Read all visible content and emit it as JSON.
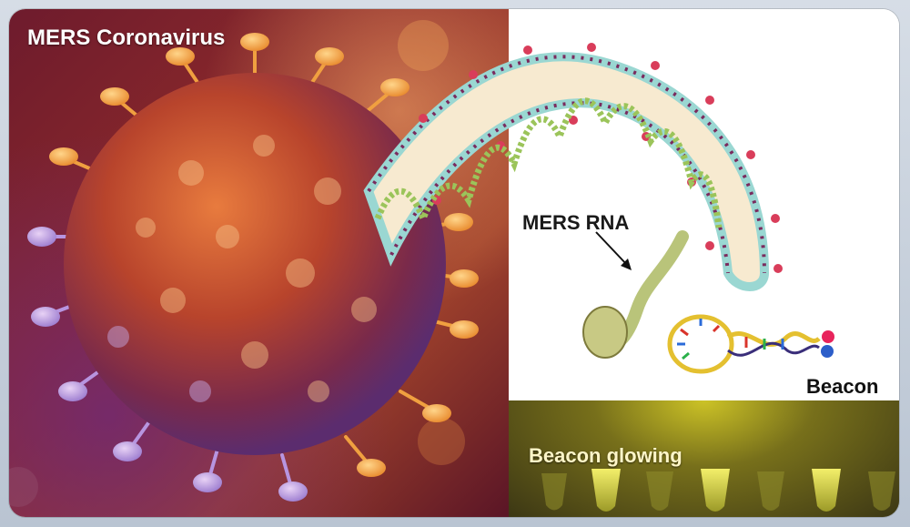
{
  "labels": {
    "virus": "MERS Coronavirus",
    "rna": "MERS RNA",
    "beacon": "Beacon",
    "glow": "Beacon glowing"
  },
  "colors": {
    "virus_body": "#c0502d",
    "spike": "#f3a741",
    "membrane": "#9ad7d2",
    "membrane_dots": "#7a2b5e",
    "rna_helix": "#9bc45a",
    "glow": "#d8d23a"
  }
}
